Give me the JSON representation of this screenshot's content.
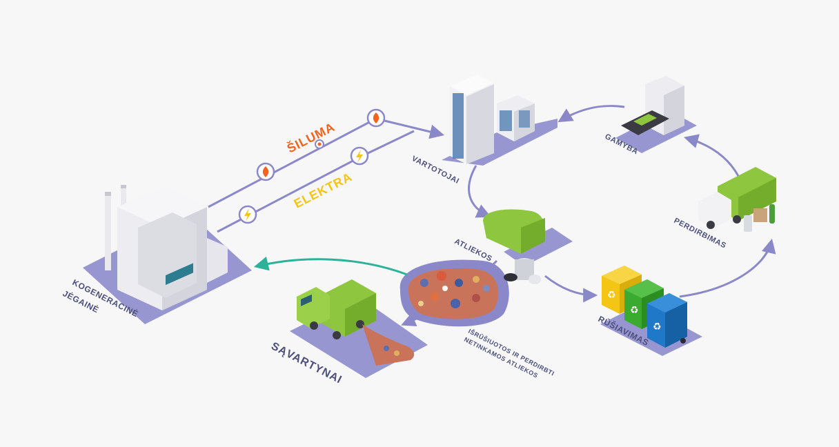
{
  "labels": {
    "heat": "ŠILUMA",
    "electricity": "ELEKTRA",
    "consumers": "VARTOTOJAI",
    "production": "GAMYBA",
    "recycling": "PERDIRBIMAS",
    "waste": "ATLIEKOS",
    "sorting": "RŪŠIAVIMAS",
    "landfills": "SĄVARTYNAI",
    "power_plant_line1": "KOGENERACINĖ",
    "power_plant_line2": "JĖGAINĖ",
    "unsorted_line1": "IŠRŪŠIUOTOS IR PERDIRBTI",
    "unsorted_line2": "NETINKAMOS ATLIEKOS"
  },
  "colors": {
    "line": "#8b88c9",
    "platform": "#9896d0",
    "heat": "#f0641e",
    "electricity": "#f5c414",
    "return_arrow": "#2bb39a",
    "label": "#4b4f7a",
    "bin_yellow": "#f3c515",
    "bin_green": "#3aab2e",
    "bin_blue": "#1f78c8",
    "truck_green": "#8ec63f"
  },
  "icons": {
    "heat_marker": "flame-icon",
    "electricity_marker": "lightning-icon",
    "recycle_mark": "recycle-icon"
  }
}
